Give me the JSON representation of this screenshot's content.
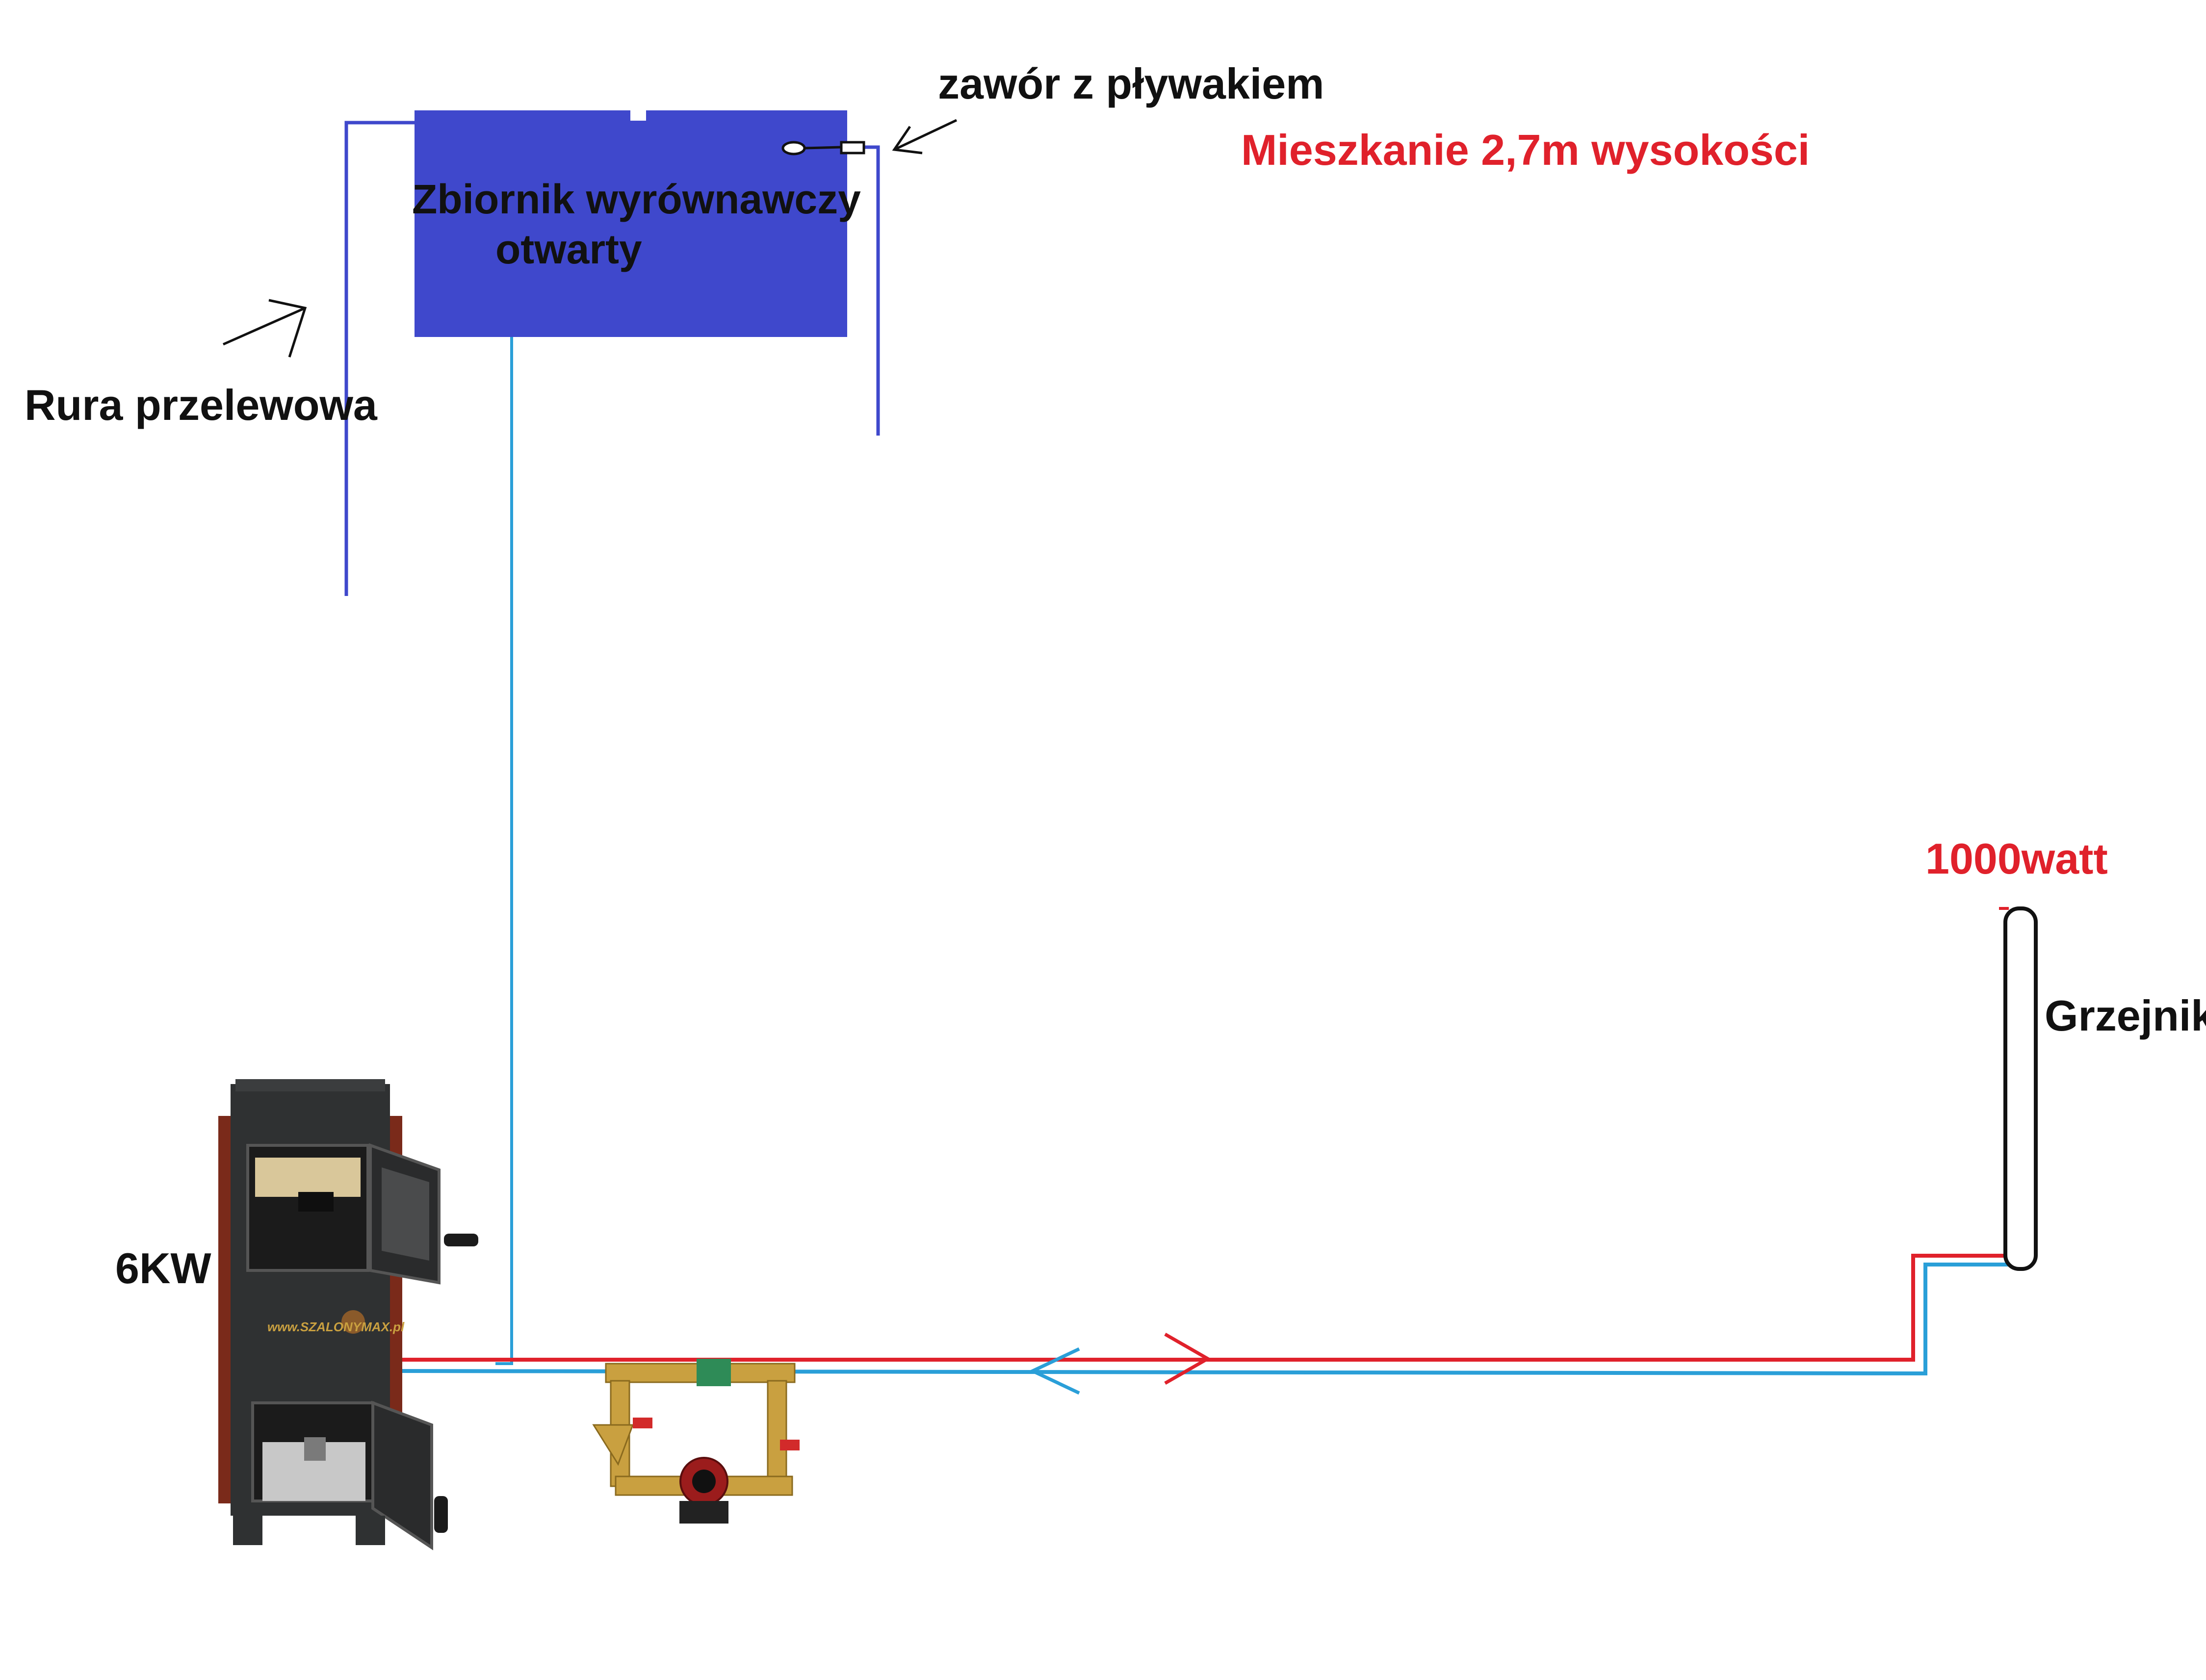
{
  "labels": {
    "float_valve": "zawór z pływakiem",
    "apartment_height": "Mieszkanie 2,7m wysokości",
    "tank_line1": "Zbiornik wyrównawczy",
    "tank_line2": "otwarty",
    "overflow_pipe": "Rura przelewowa",
    "boiler_power": "6KW",
    "radiator_power": "1000watt",
    "radiator": "Grzejnik",
    "brand_watermark": "www.SZALONYMAX.pl"
  },
  "colors": {
    "tank": "#3f48cc",
    "overflow_pipe": "#3f48cc",
    "hot_pipe": "#e0212b",
    "cold_pipe": "#2a9fd8",
    "label_text": "#111111",
    "highlight_text": "#e0212b",
    "boiler_body": "#2f3132",
    "boiler_side": "#7a2a1a",
    "brass": "#c9a040",
    "pump": "#9b1c1c"
  }
}
